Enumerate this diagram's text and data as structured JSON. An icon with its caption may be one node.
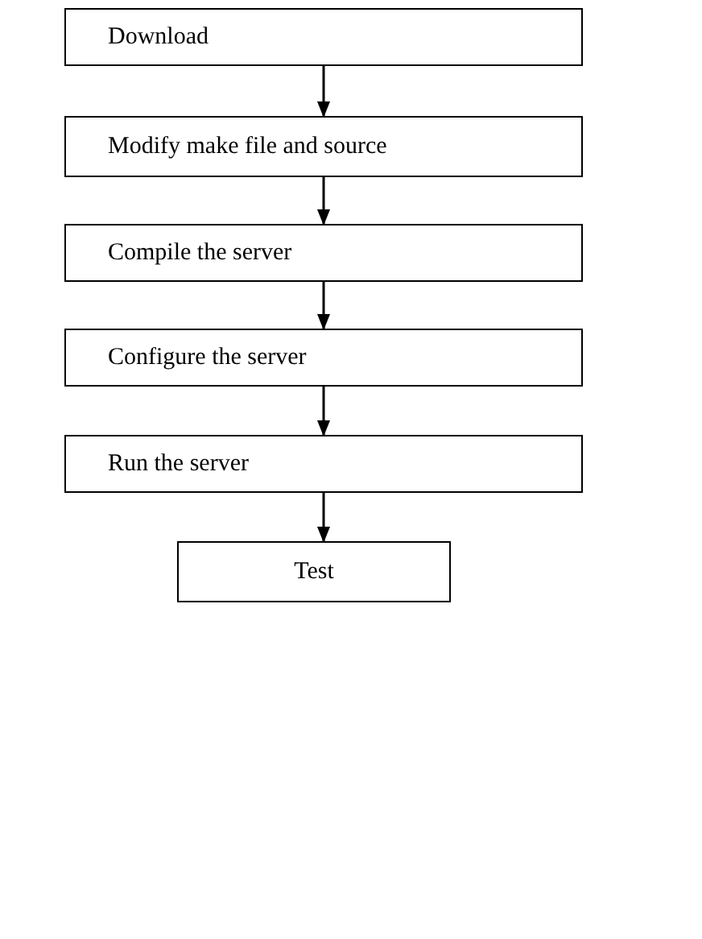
{
  "diagram": {
    "nodes": [
      {
        "text": [
          "Download"
        ]
      },
      {
        "text": [
          "Modify make file and source"
        ]
      },
      {
        "text": [
          "Compile the server"
        ]
      },
      {
        "text": [
          "Configure the server"
        ]
      },
      {
        "text": [
          "Run the server"
        ]
      },
      {
        "text": [
          "Test"
        ]
      }
    ],
    "edges": [
      {
        "from": 0,
        "to": 1,
        "arrow": "to"
      },
      {
        "from": 1,
        "to": 2,
        "arrow": "to"
      },
      {
        "from": 2,
        "to": 3,
        "arrow": "to"
      },
      {
        "from": 3,
        "to": 4,
        "arrow": "to"
      },
      {
        "from": 4,
        "to": 5,
        "arrow": "to"
      }
    ]
  }
}
